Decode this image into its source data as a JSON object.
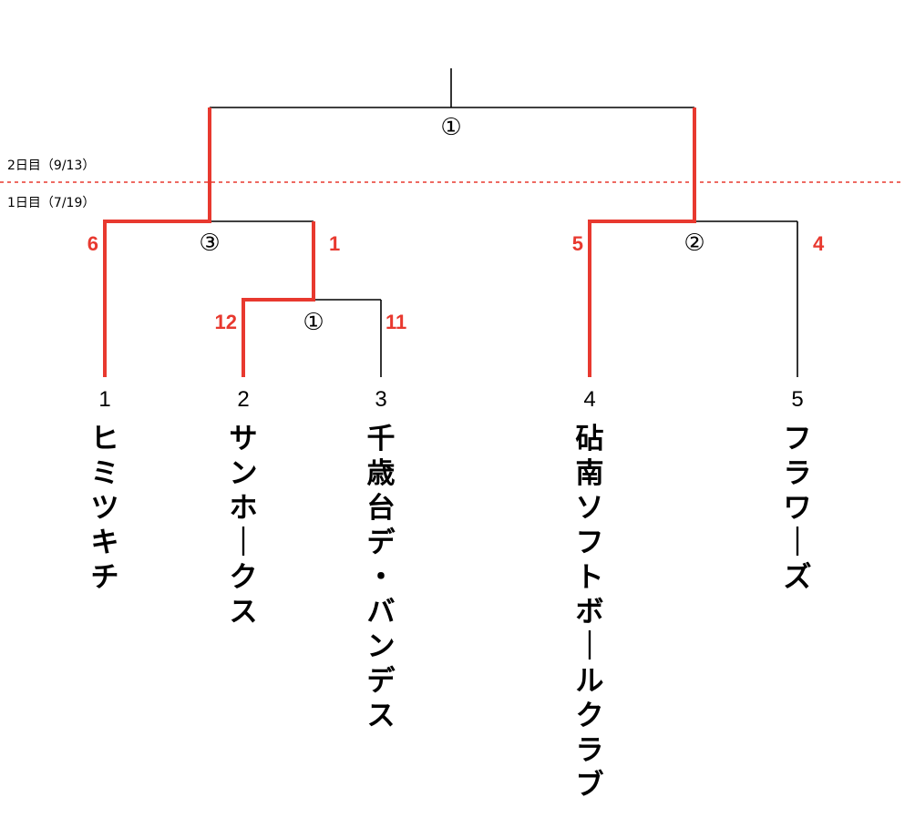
{
  "colors": {
    "winner_line": "#e8392f",
    "score": "#e8392f",
    "divider": "#e8392f"
  },
  "day_labels": {
    "day2": "2日目（9/13）",
    "day1": "1日目（7/19）"
  },
  "teams": [
    {
      "seed": "1",
      "name": "ヒミツキチ"
    },
    {
      "seed": "2",
      "name": "サンホ－クス"
    },
    {
      "seed": "3",
      "name": "千歳台デ・バンデス"
    },
    {
      "seed": "4",
      "name": "砧南ソフトボ－ルクラブ"
    },
    {
      "seed": "5",
      "name": "フラワ－ズ"
    }
  ],
  "matches": {
    "day1_match1": {
      "number": "①",
      "left_team": "サンホ－クス",
      "right_team": "千歳台デ・バンデス",
      "left_score": "12",
      "right_score": "11",
      "winner": "サンホ－クス"
    },
    "day1_match2": {
      "number": "②",
      "left_team": "砧南ソフトボ－ルクラブ",
      "right_team": "フラワ－ズ",
      "left_score": "5",
      "right_score": "4",
      "winner": "砧南ソフトボ－ルクラブ"
    },
    "day1_match3": {
      "number": "③",
      "left_team": "ヒミツキチ",
      "right_team": "サンホ－クス",
      "left_score": "6",
      "right_score": "1",
      "winner": "ヒミツキチ"
    },
    "day2_final": {
      "number": "①"
    }
  }
}
